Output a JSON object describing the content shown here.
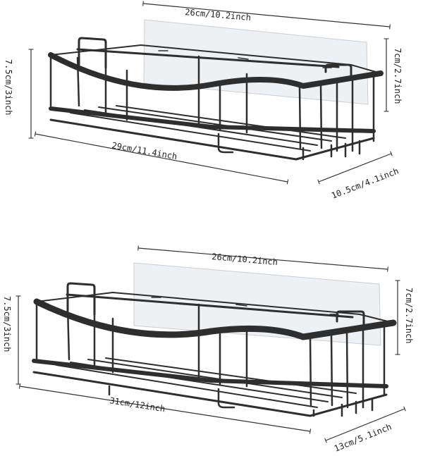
{
  "racks": [
    {
      "top_width": "26cm/10.2inch",
      "side_height": "7cm/2.7inch",
      "front_height": "7.5cm/3inch",
      "length": "29cm/11.4inch",
      "depth": "10.5cm/4.1inch"
    },
    {
      "top_width": "26cm/10.2inch",
      "side_height": "7cm/2.7inch",
      "front_height": "7.5cm/3inch",
      "length": "31cm/12inch",
      "depth": "13cm/5.1inch"
    }
  ]
}
